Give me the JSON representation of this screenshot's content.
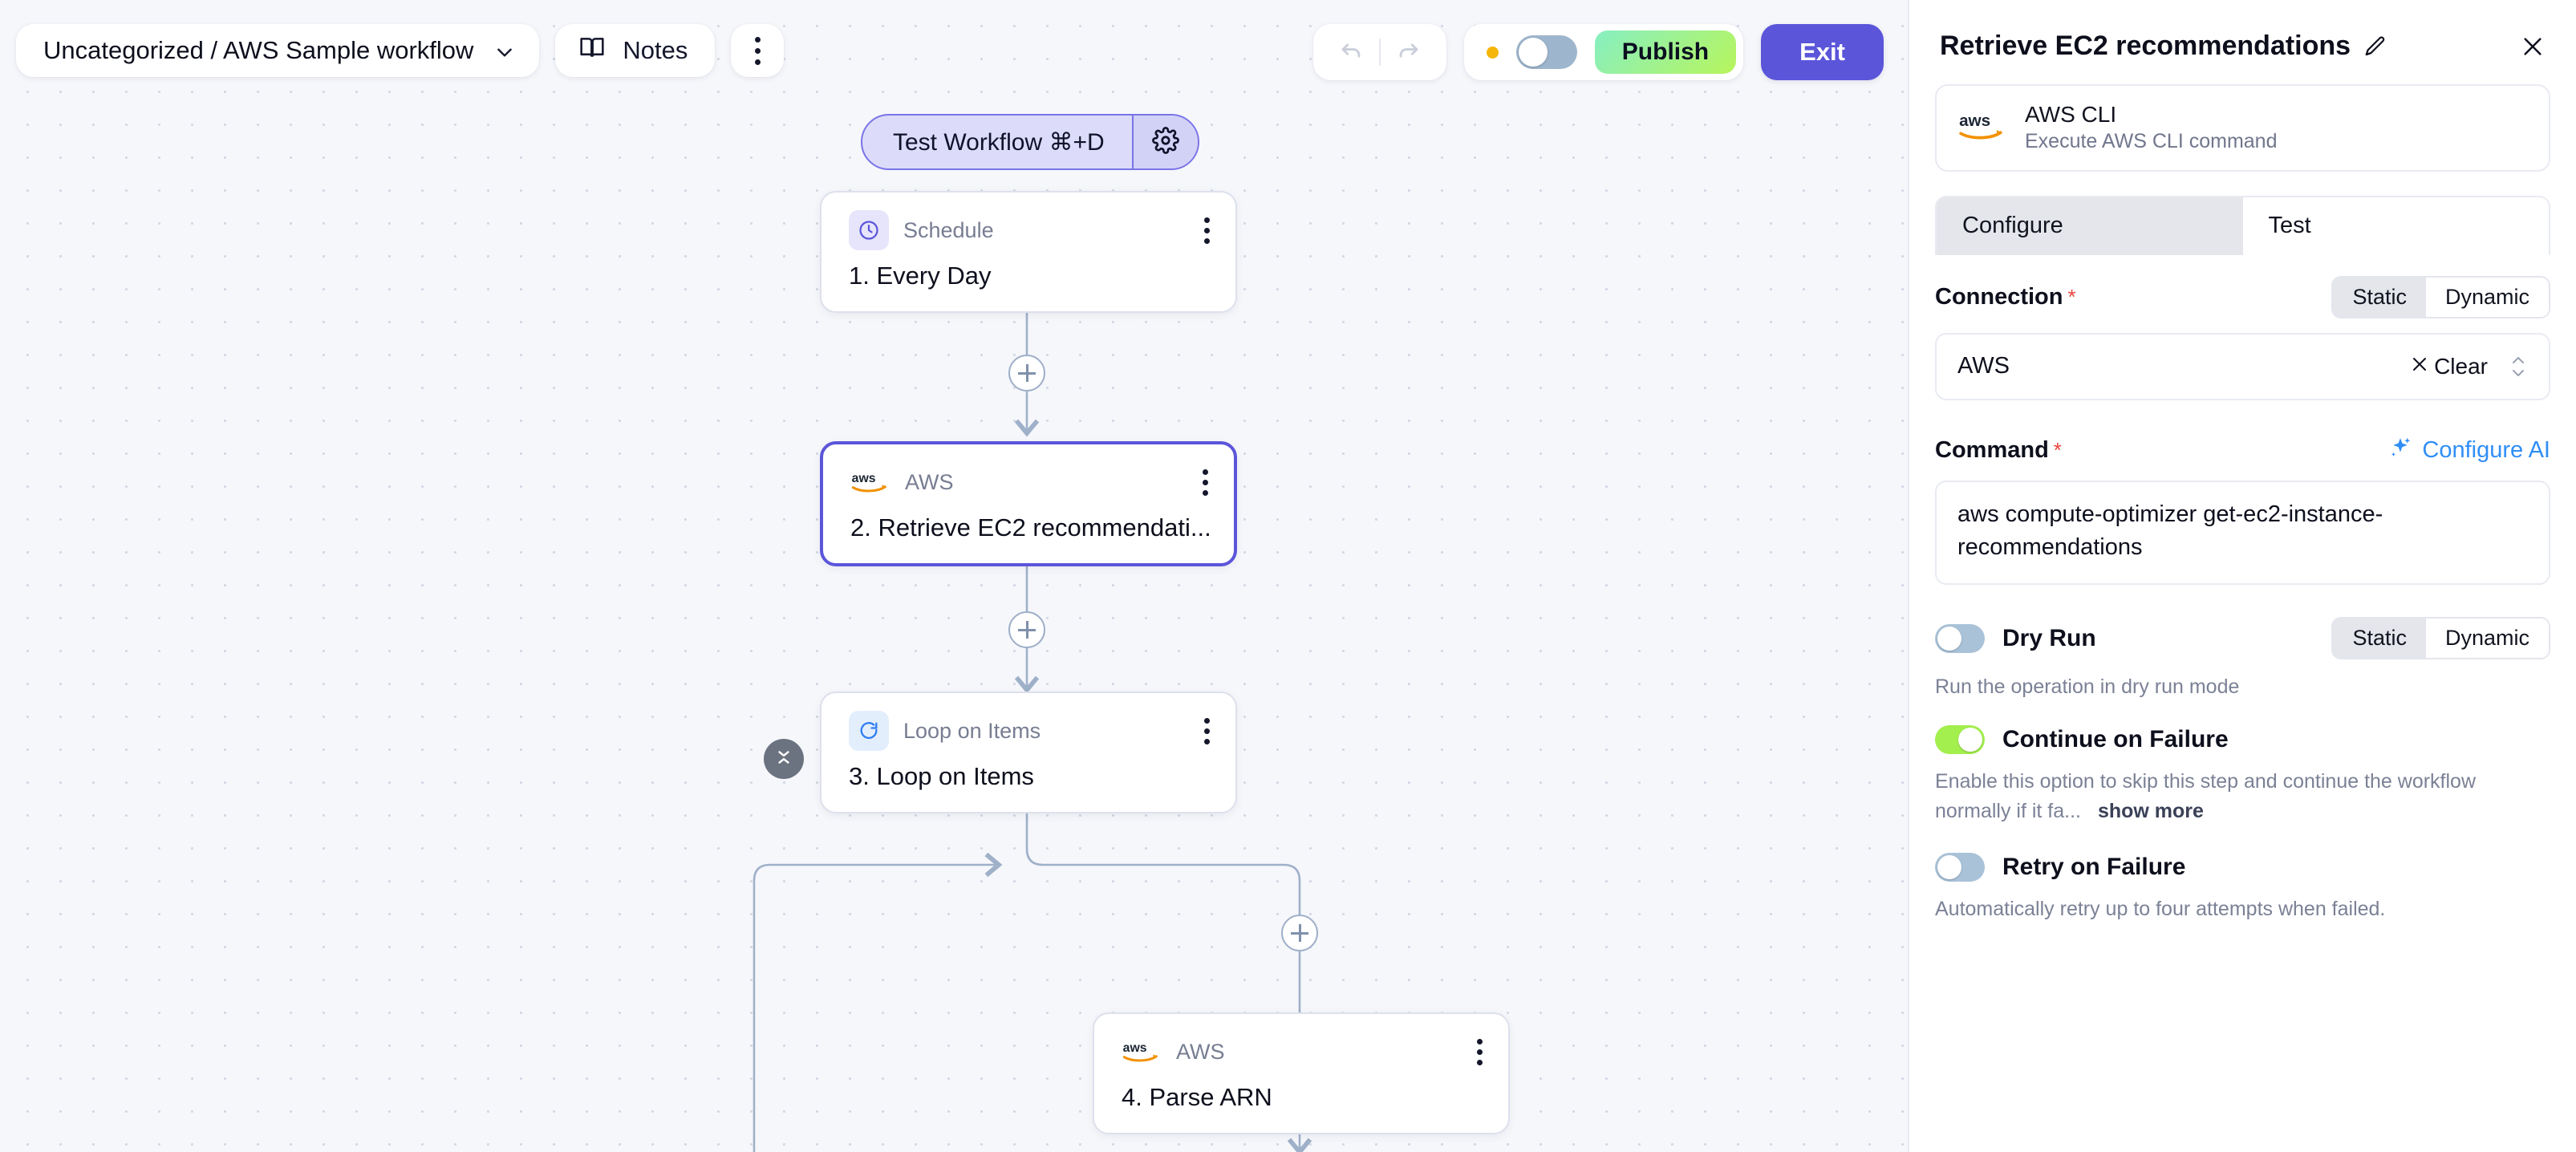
{
  "toolbar": {
    "workflow_name": "Uncategorized / AWS Sample workflow",
    "chevron_icon": "chevron-down-icon",
    "notes_label": "Notes",
    "notes_icon": "book-icon",
    "more_icon": "kebab-menu-icon",
    "undo_icon": "undo-icon",
    "redo_icon": "redo-icon",
    "status_dot_color": "#f5b50a",
    "activate_toggle_state": "off",
    "publish_label": "Publish",
    "exit_label": "Exit"
  },
  "test_button": {
    "label": "Test Workflow  ⌘+D",
    "gear_icon": "gear-icon"
  },
  "nodes": [
    {
      "type": "Schedule",
      "title": "1. Every Day",
      "icon": "clock-icon",
      "selected": false
    },
    {
      "type": "AWS",
      "title": "2. Retrieve EC2 recommendati...",
      "icon": "aws-logo-icon",
      "selected": true
    },
    {
      "type": "Loop on Items",
      "title": "3. Loop on Items",
      "icon": "loop-refresh-icon",
      "selected": false
    },
    {
      "type": "AWS",
      "title": "4. Parse ARN",
      "icon": "aws-logo-icon",
      "selected": false
    }
  ],
  "canvas": {
    "collapse_icon": "collapse-chevrons-icon",
    "add_node_icon": "plus-icon"
  },
  "panel": {
    "title": "Retrieve EC2 recommendations",
    "edit_icon": "pencil-icon",
    "close_icon": "close-icon",
    "integration": {
      "name": "AWS CLI",
      "description": "Execute AWS CLI command",
      "icon": "aws-logo-icon"
    },
    "tabs": [
      {
        "label": "Configure",
        "active": true
      },
      {
        "label": "Test",
        "active": false
      }
    ],
    "connection": {
      "label": "Connection",
      "required": "*",
      "mode_static": "Static",
      "mode_dynamic": "Dynamic",
      "mode_selected": "Static",
      "value": "AWS",
      "clear_label": "Clear",
      "clear_icon": "close-icon",
      "stepper_icon": "chevron-up-down-icon"
    },
    "command": {
      "label": "Command",
      "required": "*",
      "configure_ai_label": "Configure AI",
      "configure_ai_icon": "sparkle-icon",
      "value": "aws compute-optimizer get-ec2-instance-recommendations"
    },
    "dry_run": {
      "label": "Dry Run",
      "state": "off",
      "help": "Run the operation in dry run mode",
      "mode_static": "Static",
      "mode_dynamic": "Dynamic",
      "mode_selected": "Static"
    },
    "continue_on_failure": {
      "label": "Continue on Failure",
      "state": "on",
      "help": "Enable this option to skip this step and continue the workflow normally if it fa...",
      "show_more": "show more"
    },
    "retry_on_failure": {
      "label": "Retry on Failure",
      "state": "off",
      "help": "Automatically retry up to four attempts when failed."
    }
  },
  "colors": {
    "accent_purple": "#5b55da",
    "accent_green": "#a3ef4e",
    "link_blue": "#2f8ef7",
    "aws_orange": "#f29100",
    "required_red": "#e8453c"
  }
}
